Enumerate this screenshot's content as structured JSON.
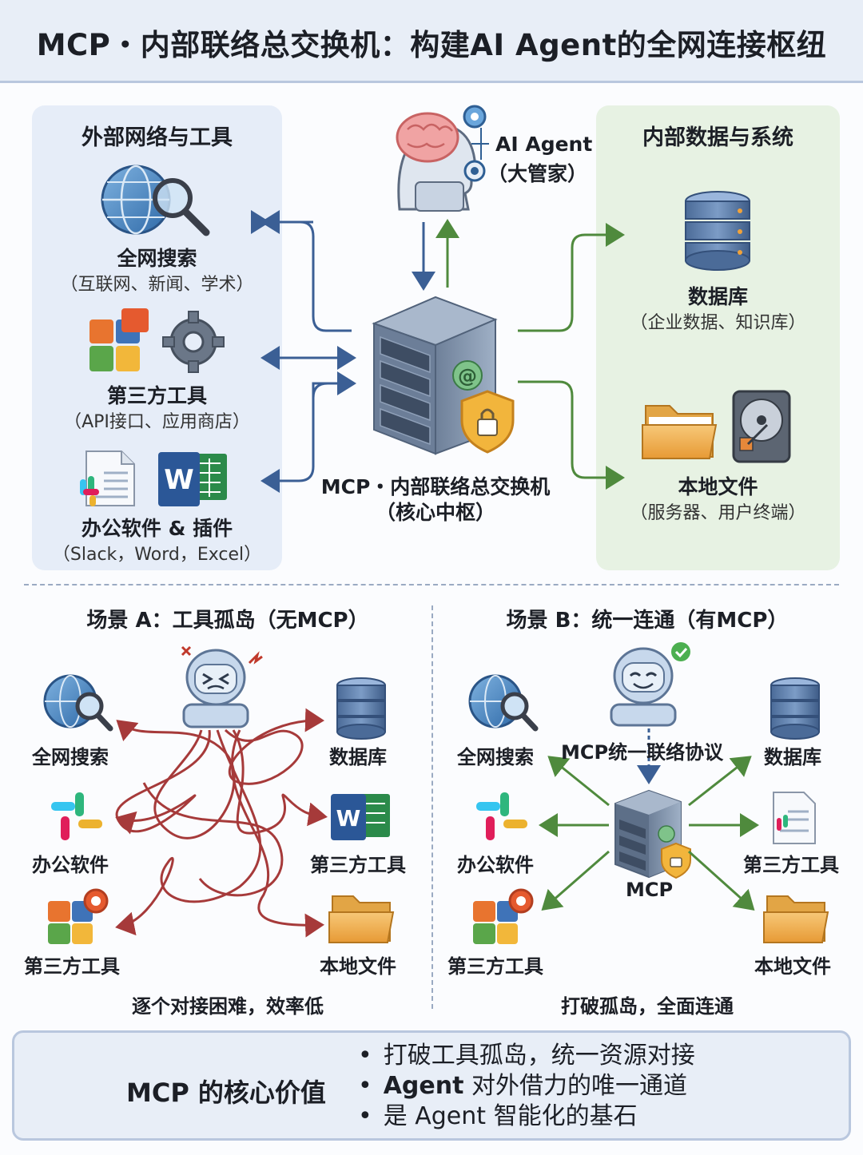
{
  "title": "MCP・内部联络总交换机：构建AI Agent的全网连接枢纽",
  "external": {
    "title": "外部网络与工具",
    "items": [
      {
        "label": "全网搜索",
        "sub": "（互联网、新闻、学术）"
      },
      {
        "label": "第三方工具",
        "sub": "（API接口、应用商店）"
      },
      {
        "label": "办公软件 & 插件",
        "sub": "（Slack，Word，Excel）"
      }
    ]
  },
  "agent": {
    "line1": "AI Agent",
    "line2": "（大管家）"
  },
  "hub": {
    "line1": "MCP・内部联络总交换机",
    "line2": "（核心中枢）"
  },
  "internal": {
    "title": "内部数据与系统",
    "items": [
      {
        "label": "数据库",
        "sub": "（企业数据、知识库）"
      },
      {
        "label": "本地文件",
        "sub": "（服务器、用户终端）"
      }
    ]
  },
  "scenario_a": {
    "title": "场景 A：工具孤岛（无MCP）",
    "left": [
      "全网搜索",
      "办公软件",
      "第三方工具"
    ],
    "right": [
      "数据库",
      "第三方工具",
      "本地文件"
    ],
    "caption": "逐个对接困难，效率低"
  },
  "scenario_b": {
    "title": "场景 B：统一连通（有MCP）",
    "protocol": "MCP统一联络协议",
    "hub": "MCP",
    "left": [
      "全网搜索",
      "办公软件",
      "第三方工具"
    ],
    "right": [
      "数据库",
      "第三方工具",
      "本地文件"
    ],
    "caption": "打破孤岛，全面连通"
  },
  "footer": {
    "title": "MCP 的核心价值",
    "point1": "打破工具孤岛，统一资源对接",
    "point2_bold": "Agent",
    "point2_rest": " 对外借力的唯一通道",
    "point3": "是 Agent 智能化的基石"
  },
  "colors": {
    "blue_arrow": "#3b5f95",
    "green_arrow": "#4f8a3d",
    "red_line": "#a63a3a"
  }
}
